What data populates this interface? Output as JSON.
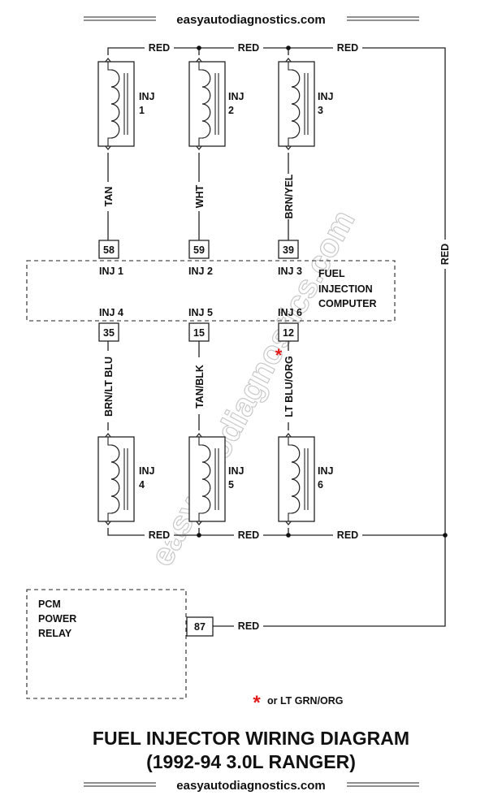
{
  "site": "easyautodiagnostics.com",
  "watermark": "easyautodiagnostics.com",
  "wire_colors": {
    "red": "RED",
    "inj1": "TAN",
    "inj2": "WHT",
    "inj3": "BRN/YEL",
    "inj4": "BRN/LT BLU",
    "inj5": "TAN/BLK",
    "inj6": "LT BLU/ORG"
  },
  "injectors": [
    {
      "word": "INJ",
      "num": "1"
    },
    {
      "word": "INJ",
      "num": "2"
    },
    {
      "word": "INJ",
      "num": "3"
    },
    {
      "word": "INJ",
      "num": "4"
    },
    {
      "word": "INJ",
      "num": "5"
    },
    {
      "word": "INJ",
      "num": "6"
    }
  ],
  "computer": {
    "name_lines": [
      "FUEL",
      "INJECTION",
      "COMPUTER"
    ],
    "pins": [
      {
        "label": "INJ 1",
        "pin": "58"
      },
      {
        "label": "INJ 2",
        "pin": "59"
      },
      {
        "label": "INJ 3",
        "pin": "39"
      },
      {
        "label": "INJ 4",
        "pin": "35"
      },
      {
        "label": "INJ 5",
        "pin": "15"
      },
      {
        "label": "INJ 6",
        "pin": "12"
      }
    ]
  },
  "relay": {
    "name_lines": [
      "PCM",
      "POWER",
      "RELAY"
    ],
    "pin": "87"
  },
  "note": {
    "mark": "*",
    "text": "or LT GRN/ORG",
    "mark_color": "#e31b1b"
  },
  "title_lines": [
    "FUEL INJECTOR WIRING DIAGRAM",
    "(1992-94 3.0L RANGER)"
  ]
}
